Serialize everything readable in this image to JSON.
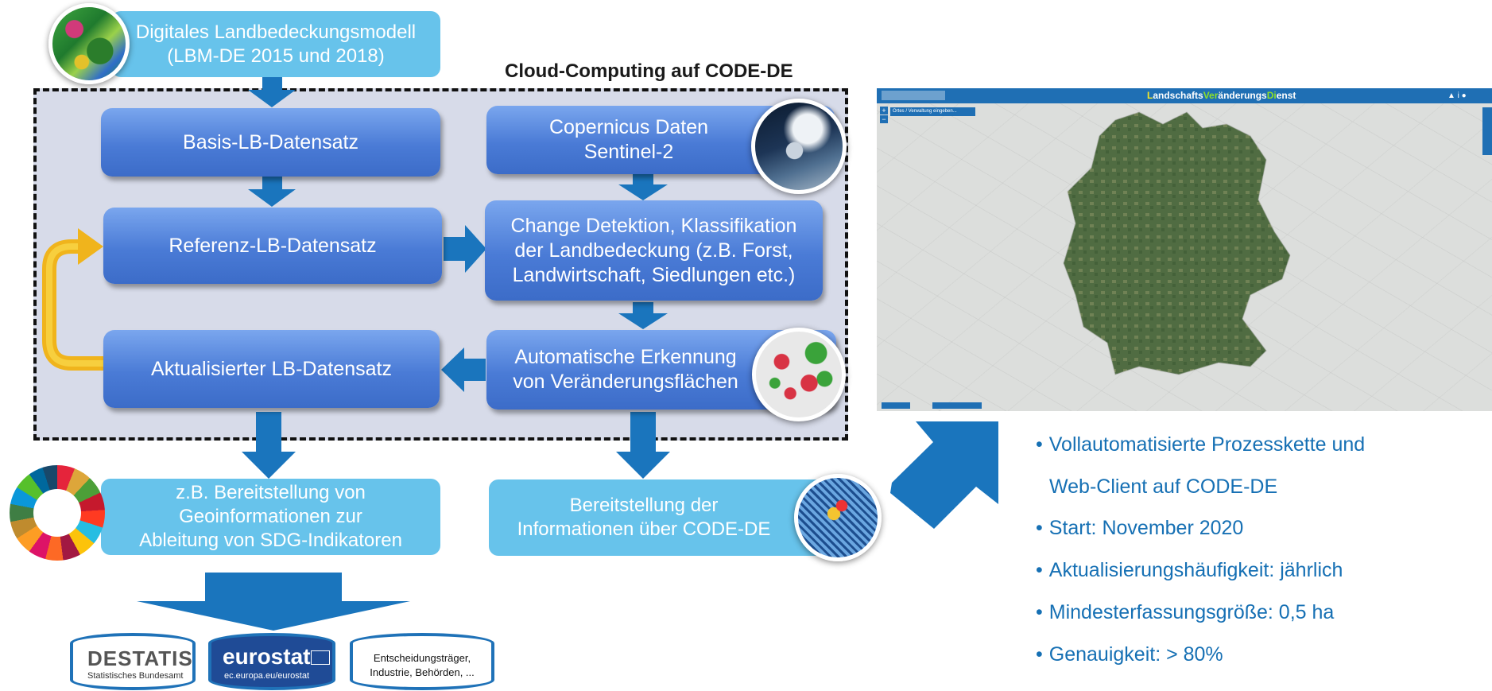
{
  "top_source": {
    "line1": "Digitales Landbedeckungsmodell",
    "line2": "(LBM-DE 2015 und 2018)"
  },
  "cloud_title": "Cloud-Computing auf CODE-DE",
  "boxes": {
    "basis": "Basis-LB-Datensatz",
    "copernicus_line1": "Copernicus Daten",
    "copernicus_line2": "Sentinel-2",
    "referenz": "Referenz-LB-Datensatz",
    "change_line1": "Change Detektion, Klassifikation",
    "change_line2": "der Landbedeckung (z.B. Forst,",
    "change_line3": "Landwirtschaft, Siedlungen etc.)",
    "aktualisiert": "Aktualisierter LB-Datensatz",
    "auto_line1": "Automatische Erkennung",
    "auto_line2": "von Veränderungsflächen",
    "sdg_line1": "z.B. Bereitstellung von",
    "sdg_line2": "Geoinformationen zur",
    "sdg_line3": "Ableitung von SDG-Indikatoren",
    "bereit_line1": "Bereitstellung der",
    "bereit_line2": "Informationen über CODE-DE"
  },
  "targets": {
    "destatis_logo": "DESTATIS",
    "destatis_sub": "Statistisches Bundesamt",
    "eurostat_logo": "eurostat",
    "eurostat_sub": "ec.europa.eu/eurostat",
    "other_line1": "Entscheidungsträger,",
    "other_line2": "Industrie, Behörden, ..."
  },
  "webclient": {
    "title_parts": [
      "L",
      "andschafts",
      "Ver",
      "änderungs",
      "Di",
      "enst"
    ],
    "search_placeholder": "Ortes / Verwaltung eingeben...",
    "colors": {
      "header": "#1f6fb4",
      "accent_green": "#8ee028",
      "accent_yellow": "#f6e827"
    }
  },
  "bullets": [
    "Vollautomatisierte Prozesskette und",
    "Web-Client auf CODE-DE",
    "Start: November 2020",
    "Aktualisierungshäufigkeit: jährlich",
    "Mindesterfassungsgröße: 0,5 ha",
    "Genauigkeit: > 80%"
  ],
  "colors": {
    "arrow_blue": "#1a75bd",
    "box_blue": "#4a7bd6",
    "light_blue": "#67c3eb",
    "loop_yellow": "#f0b41c",
    "bullet_text": "#1670b4"
  }
}
